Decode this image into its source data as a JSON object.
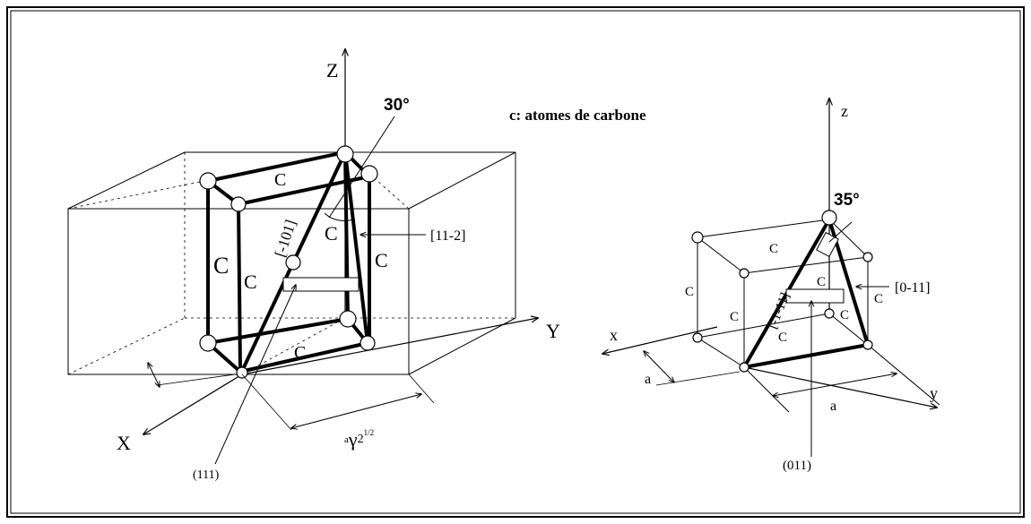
{
  "left_figure": {
    "axis_z": "Z",
    "axis_y": "Y",
    "axis_x": "X",
    "angle": "30°",
    "direction_label": "[-101]",
    "direction_label_right": "[11-2]",
    "plane_label": "(111)",
    "dimension_prefix": "a",
    "dimension_symbol": "γ",
    "dimension_base": "2",
    "dimension_exp": "1/2",
    "carbon_labels": [
      "C",
      "C",
      "C",
      "C",
      "C",
      "C"
    ]
  },
  "legend": {
    "text": "c: atomes de carbone"
  },
  "right_figure": {
    "axis_z": "z",
    "axis_y": "y",
    "axis_x": "x",
    "angle": "35°",
    "direction_label": "[-1-11]",
    "direction_label_right": "[0-11]",
    "plane_label": "(011)",
    "dim_a_left": "a",
    "dim_a_bottom": "a",
    "carbon_labels": [
      "C",
      "C",
      "C",
      "C",
      "C",
      "C",
      "C"
    ]
  }
}
